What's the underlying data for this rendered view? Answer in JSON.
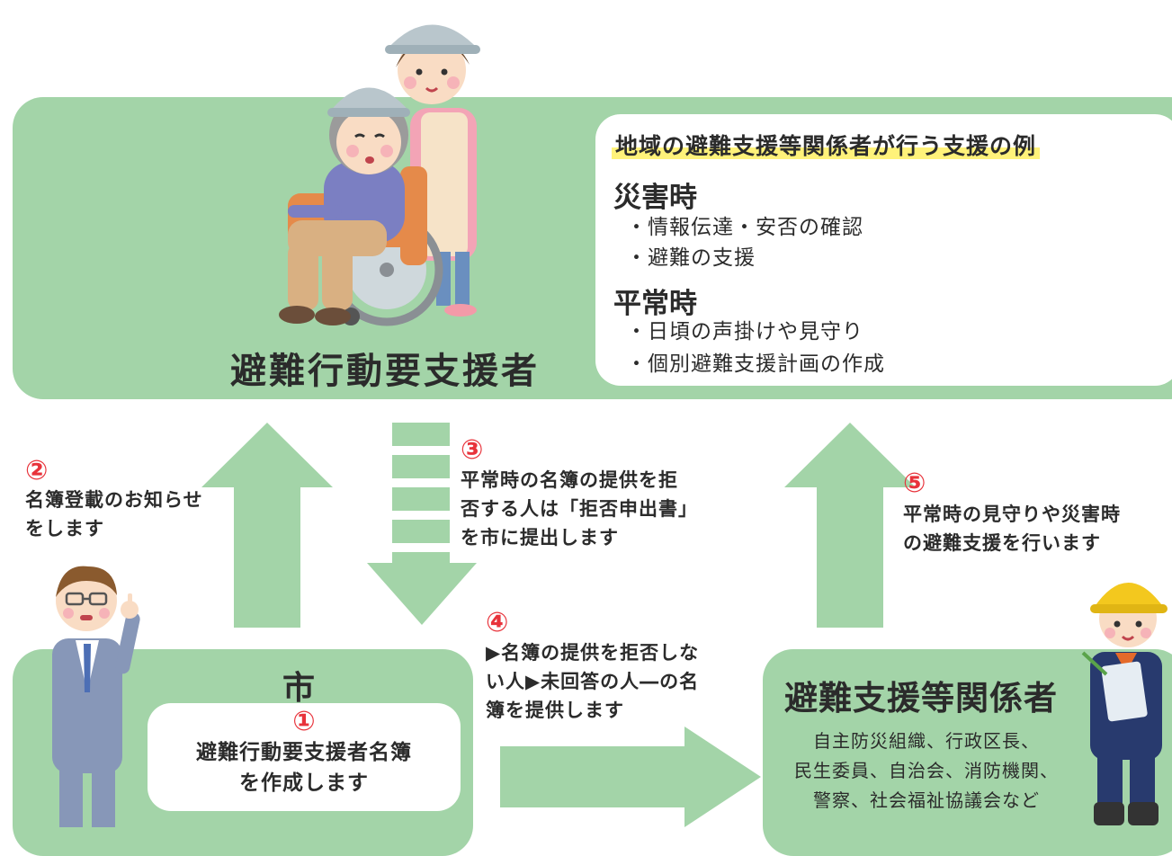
{
  "colors": {
    "green": "#a3d4a8",
    "red": "#e8333b",
    "highlight": "#fff27a",
    "text": "#2b2b2b"
  },
  "top": {
    "title": "避難行動要支援者",
    "support": {
      "heading": "地域の避難支援等関係者が行う支援の例",
      "disaster_title": "災害時",
      "disaster_items": [
        "・情報伝達・安否の確認",
        "・避難の支援"
      ],
      "normal_title": "平常時",
      "normal_items": [
        "・日頃の声掛けや見守り",
        "・個別避難支援計画の作成"
      ]
    }
  },
  "steps": {
    "s2": {
      "num": "②",
      "lines": [
        "名簿登載のお知らせ",
        "をします"
      ]
    },
    "s3": {
      "num": "③",
      "lines": [
        "平常時の名簿の提供を拒",
        "否する人は「拒否申出書」",
        "を市に提出します"
      ]
    },
    "s4": {
      "num": "④",
      "lines": [
        "▶名簿の提供を拒否しな",
        "い人▶未回答の人―の名",
        "簿を提供します"
      ]
    },
    "s5": {
      "num": "⑤",
      "lines": [
        "平常時の見守りや災害時",
        "の避難支援を行います"
      ]
    }
  },
  "city": {
    "title": "市",
    "num": "①",
    "lines": [
      "避難行動要支援者名簿",
      "を作成します"
    ]
  },
  "supporters": {
    "title": "避難支援等関係者",
    "lines": [
      "自主防災組織、行政区長、",
      "民生委員、自治会、消防機関、",
      "警察、社会福祉協議会など"
    ]
  },
  "icons": [
    "elderly-in-wheelchair-icon",
    "caregiver-icon",
    "city-official-icon",
    "rescue-worker-icon"
  ]
}
